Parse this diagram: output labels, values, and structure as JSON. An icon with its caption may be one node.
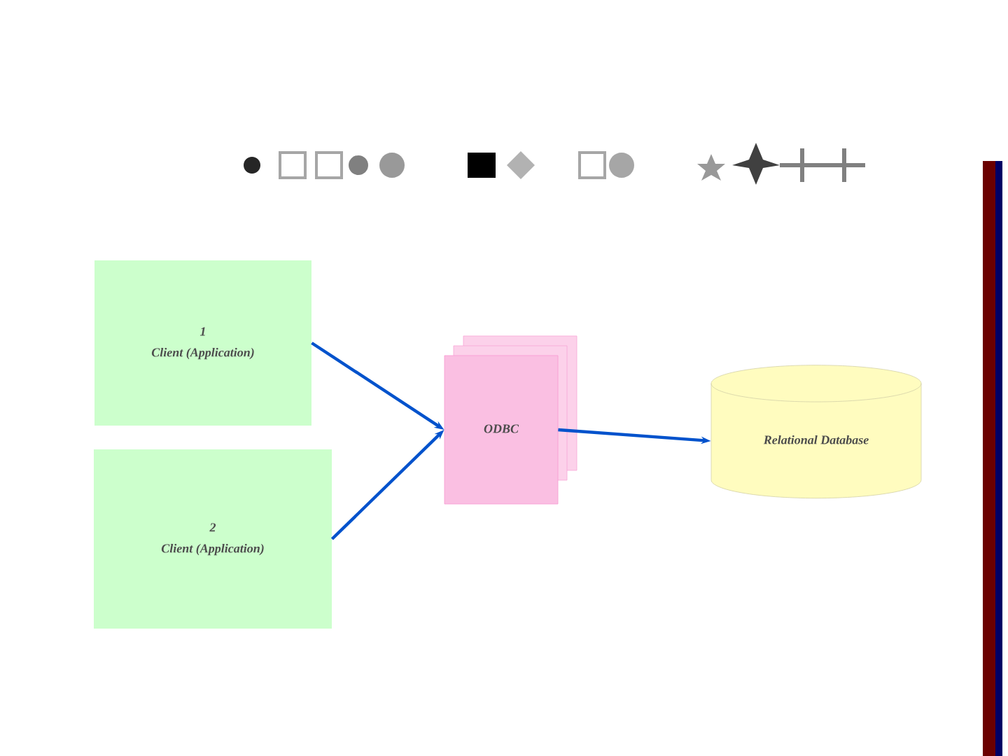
{
  "diagram": {
    "nodes": [
      {
        "text": [
          "1",
          "Client (Application)"
        ]
      },
      {
        "text": [
          "2",
          "Client (Application)"
        ]
      },
      {
        "text": [
          "ODBC"
        ]
      },
      {
        "text": [
          "Relational Database"
        ]
      }
    ],
    "edges": [
      {
        "from": 0,
        "to": 2,
        "arrow": "to"
      },
      {
        "from": 1,
        "to": 2,
        "arrow": "to"
      },
      {
        "from": 2,
        "to": 3,
        "arrow": "to"
      }
    ]
  }
}
